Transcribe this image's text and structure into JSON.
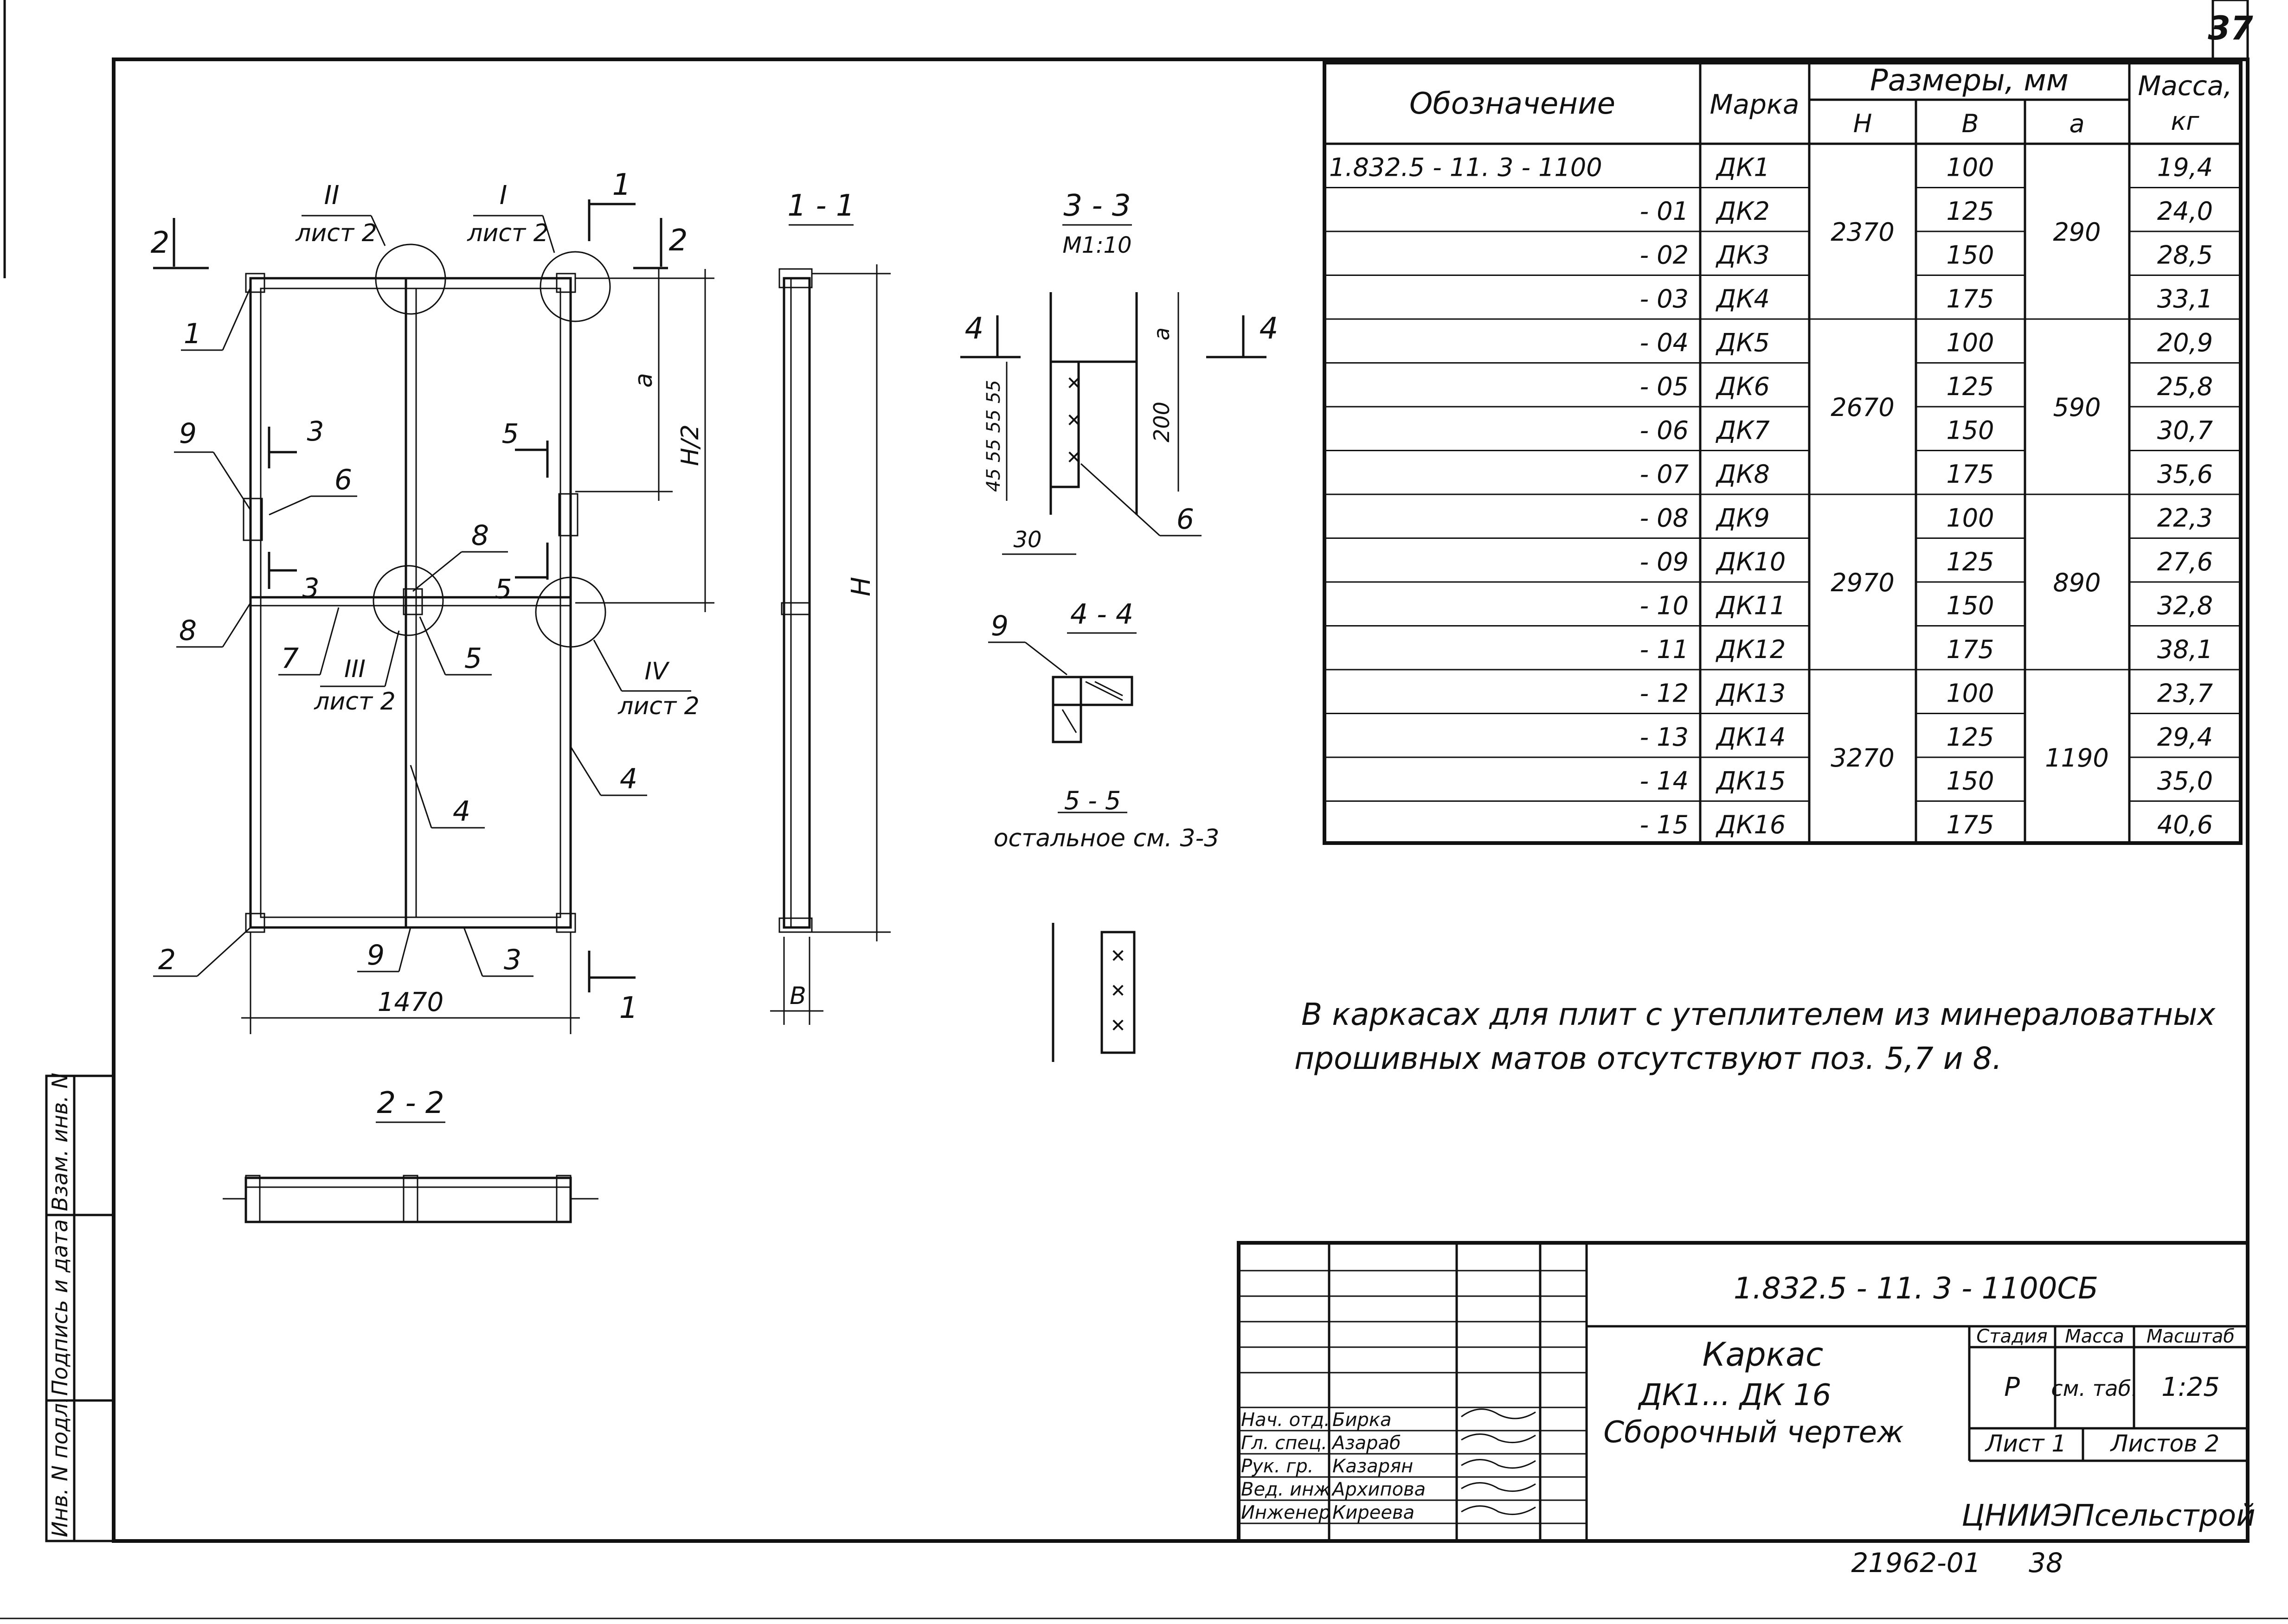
{
  "page_number": "37",
  "spec_table": {
    "headers": {
      "designation": "Обозначение",
      "mark": "Марка",
      "dimensions": "Размеры, мм",
      "H": "H",
      "B": "B",
      "a": "a",
      "mass": "Масса,",
      "mass_unit": "кг"
    },
    "rows": [
      {
        "designation": "1.832.5 - 11. 3 - 1100",
        "mark": "ДК1",
        "B": "100",
        "mass": "19,4"
      },
      {
        "designation": "- 01",
        "mark": "ДК2",
        "B": "125",
        "mass": "24,0"
      },
      {
        "designation": "- 02",
        "mark": "ДК3",
        "B": "150",
        "mass": "28,5"
      },
      {
        "designation": "- 03",
        "mark": "ДК4",
        "B": "175",
        "mass": "33,1"
      },
      {
        "designation": "- 04",
        "mark": "ДК5",
        "B": "100",
        "mass": "20,9"
      },
      {
        "designation": "- 05",
        "mark": "ДК6",
        "B": "125",
        "mass": "25,8"
      },
      {
        "designation": "- 06",
        "mark": "ДК7",
        "B": "150",
        "mass": "30,7"
      },
      {
        "designation": "- 07",
        "mark": "ДК8",
        "B": "175",
        "mass": "35,6"
      },
      {
        "designation": "- 08",
        "mark": "ДК9",
        "B": "100",
        "mass": "22,3"
      },
      {
        "designation": "- 09",
        "mark": "ДК10",
        "B": "125",
        "mass": "27,6"
      },
      {
        "designation": "- 10",
        "mark": "ДК11",
        "B": "150",
        "mass": "32,8"
      },
      {
        "designation": "- 11",
        "mark": "ДК12",
        "B": "175",
        "mass": "38,1"
      },
      {
        "designation": "- 12",
        "mark": "ДК13",
        "B": "100",
        "mass": "23,7"
      },
      {
        "designation": "- 13",
        "mark": "ДК14",
        "B": "125",
        "mass": "29,4"
      },
      {
        "designation": "- 14",
        "mark": "ДК15",
        "B": "150",
        "mass": "35,0"
      },
      {
        "designation": "- 15",
        "mark": "ДК16",
        "B": "175",
        "mass": "40,6"
      }
    ],
    "groups": [
      {
        "H": "2370",
        "a": "290"
      },
      {
        "H": "2670",
        "a": "590"
      },
      {
        "H": "2970",
        "a": "890"
      },
      {
        "H": "3270",
        "a": "1190"
      }
    ]
  },
  "note": {
    "line1": "В каркасах для плит с утеплителем из минераловатных",
    "line2": "прошивных матов отсутствуют поз. 5,7 и 8."
  },
  "drawing": {
    "section_1_1": "1 - 1",
    "section_2_2": "2 - 2",
    "section_3_3": "3 - 3",
    "scale_3_3": "М1:10",
    "section_4_4": "4 - 4",
    "section_5_5": "5 - 5",
    "section_5_5_note": "остальное см. 3-3",
    "dim_1470": "1470",
    "dim_H": "H",
    "dim_H2": "H/2",
    "dim_a": "a",
    "dim_B": "B",
    "dim_200": "200",
    "dim_30": "30",
    "dim_45_55_55": "45 55 55 55",
    "view_I": "I",
    "view_II": "II",
    "view_III": "III",
    "view_IV": "IV",
    "sheet_ref": "лист 2",
    "pos": [
      "1",
      "2",
      "3",
      "4",
      "5",
      "6",
      "7",
      "8",
      "9"
    ]
  },
  "title_block": {
    "code": "1.832.5 - 11. 3 - 1100СБ",
    "title_line1": "Каркас",
    "title_line2": "ДК1... ДК 16",
    "title_line3": "Сборочный чертеж",
    "stage_label": "Стадия",
    "mass_label": "Масса",
    "scale_label": "Масштаб",
    "stage_value": "Р",
    "mass_value": "см. таб.",
    "scale_value": "1:25",
    "sheet_label": "Лист 1",
    "sheets_label": "Листов 2",
    "org": "ЦНИИЭПсельстрой",
    "roles": [
      {
        "role": "Нач. отд.",
        "name": "Бирка"
      },
      {
        "role": "Гл. спец.",
        "name": "Азараб"
      },
      {
        "role": "Рук. гр.",
        "name": "Казарян"
      },
      {
        "role": "Вед. инж.",
        "name": "Архипова"
      },
      {
        "role": "Инженер",
        "name": "Киреева"
      }
    ]
  },
  "side_stamp": {
    "inv_no": "Инв. N подл.",
    "sign_date": "Подпись и дата",
    "replaces": "Взам. инв. N"
  },
  "footer": {
    "code": "21962-01",
    "num": "38"
  }
}
